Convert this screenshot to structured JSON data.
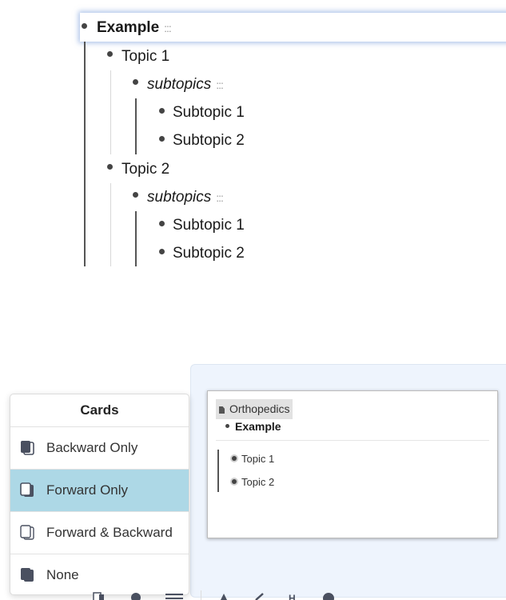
{
  "outline": {
    "root": {
      "label": "Example",
      "marker": ":::"
    },
    "topics": [
      {
        "label": "Topic 1",
        "group": {
          "label": "subtopics",
          "marker": ":::",
          "items": [
            "Subtopic 1",
            "Subtopic 2"
          ]
        }
      },
      {
        "label": "Topic 2",
        "group": {
          "label": "subtopics",
          "marker": ":::",
          "items": [
            "Subtopic 1",
            "Subtopic 2"
          ]
        }
      }
    ]
  },
  "cards_menu": {
    "title": "Cards",
    "items": [
      {
        "label": "Backward Only",
        "icon": "card-backward-icon",
        "selected": false
      },
      {
        "label": "Forward Only",
        "icon": "card-forward-icon",
        "selected": true
      },
      {
        "label": "Forward & Backward",
        "icon": "card-both-icon",
        "selected": false
      },
      {
        "label": "None",
        "icon": "card-none-icon",
        "selected": false
      }
    ]
  },
  "preview": {
    "page": "Orthopedics",
    "block": "Example",
    "children": [
      "Topic 1",
      "Topic 2"
    ]
  },
  "colors": {
    "selected_bg": "#add8e6",
    "focus_glow": "#6e96d7",
    "panel_bg": "#eef4fd"
  }
}
